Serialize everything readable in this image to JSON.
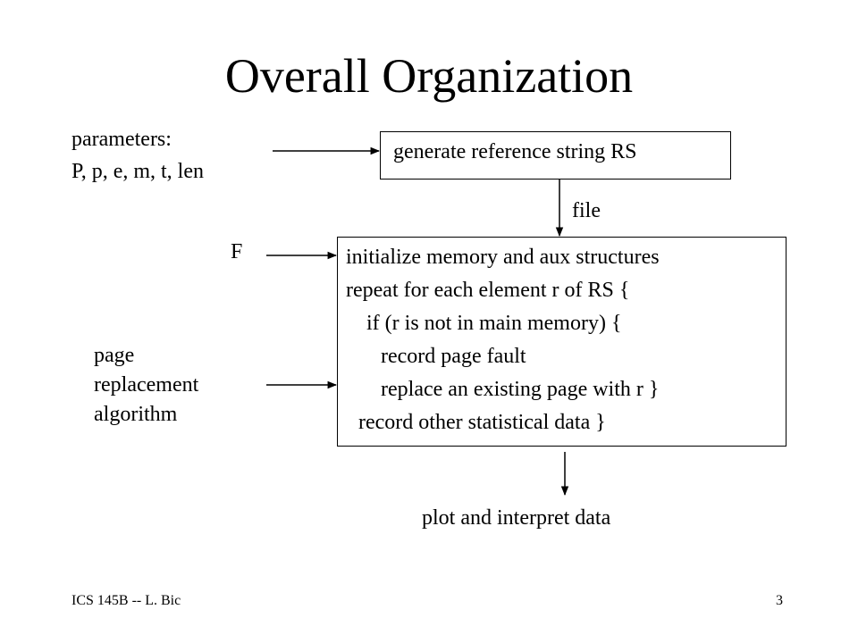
{
  "slide": {
    "title": "Overall Organization",
    "footer_left": "ICS 145B -- L. Bic",
    "page_number": "3"
  },
  "inputs": {
    "parameters_label": "parameters:",
    "parameters_list": "P, p, e, m, t, len",
    "frames_label": "F",
    "algorithm_lines": [
      "page",
      "replacement",
      "algorithm"
    ]
  },
  "generator_box": {
    "text": "generate reference string RS"
  },
  "flow": {
    "file_label": "file",
    "output_label": "plot and interpret data"
  },
  "simulator_box": {
    "lines": [
      "initialize memory and aux structures",
      "repeat for each element r of RS {",
      "if (r is not in main memory)  {",
      "record page fault",
      "replace an existing page with r }",
      "record other statistical data }"
    ]
  }
}
